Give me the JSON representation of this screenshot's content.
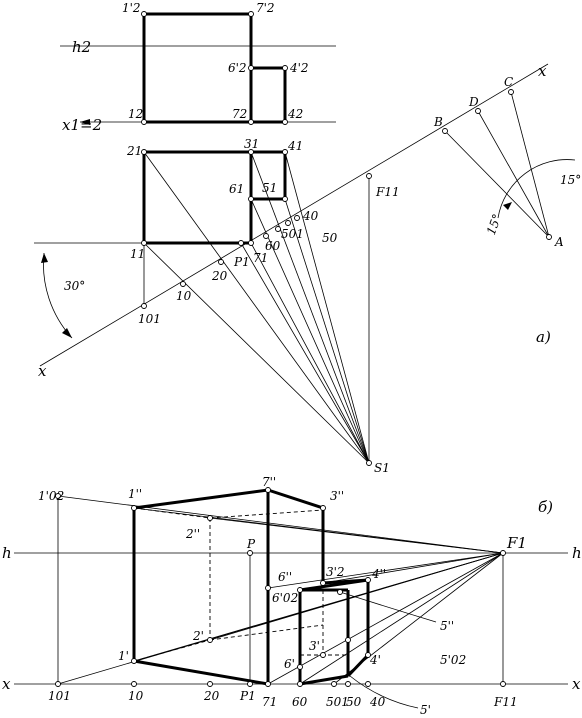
{
  "labels": {
    "p1_2": "1'2",
    "p7_2": "7'2",
    "h2": "h2",
    "p6_2": "6'2",
    "p4_2": "4'2",
    "x12": "x1=2",
    "q1_2": "12",
    "q7_2": "72",
    "q4_2": "42",
    "p2_1": "21",
    "p3_1": "31",
    "p4_1": "41",
    "p6_1": "61",
    "p5_1": "51",
    "p4_0": "40",
    "p5_01": "501",
    "p5_0": "50",
    "p6_0": "60",
    "p7_1": "71",
    "P1": "P1",
    "p2_0": "20",
    "p1_1": "11",
    "p1_0": "10",
    "p1_01": "101",
    "F1": "F11",
    "S1": "S1",
    "angle30": "30°",
    "A": "A",
    "B": "B",
    "C": "C",
    "D": "D",
    "xr": "x",
    "xl": "x",
    "ang15a": "15°",
    "ang15b": "15°",
    "a": "а)",
    "b": "б)",
    "h_l": "h",
    "h_r": "h",
    "x_l": "x",
    "x_r": "x",
    "q1p02": "1'02",
    "q1pp": "1''",
    "q7pp": "7''",
    "q3pp": "3''",
    "q2pp": "2''",
    "qP": "P",
    "qF": "F1",
    "q6pp": "6''",
    "q32p": "3'2",
    "q41p": "4''",
    "q6p02": "6'02",
    "q5pp": "5''",
    "q2p": "2'",
    "q1p": "1'",
    "q3p": "3'",
    "q4p": "4'",
    "q52p": "5'02",
    "q6p": "6'",
    "q5p": "5'",
    "b101": "101",
    "b10": "10",
    "b20": "20",
    "bP1": "P1",
    "b71": "71",
    "b60": "60",
    "b501": "501",
    "b50": "50",
    "b40": "40",
    "bF11": "F11"
  }
}
